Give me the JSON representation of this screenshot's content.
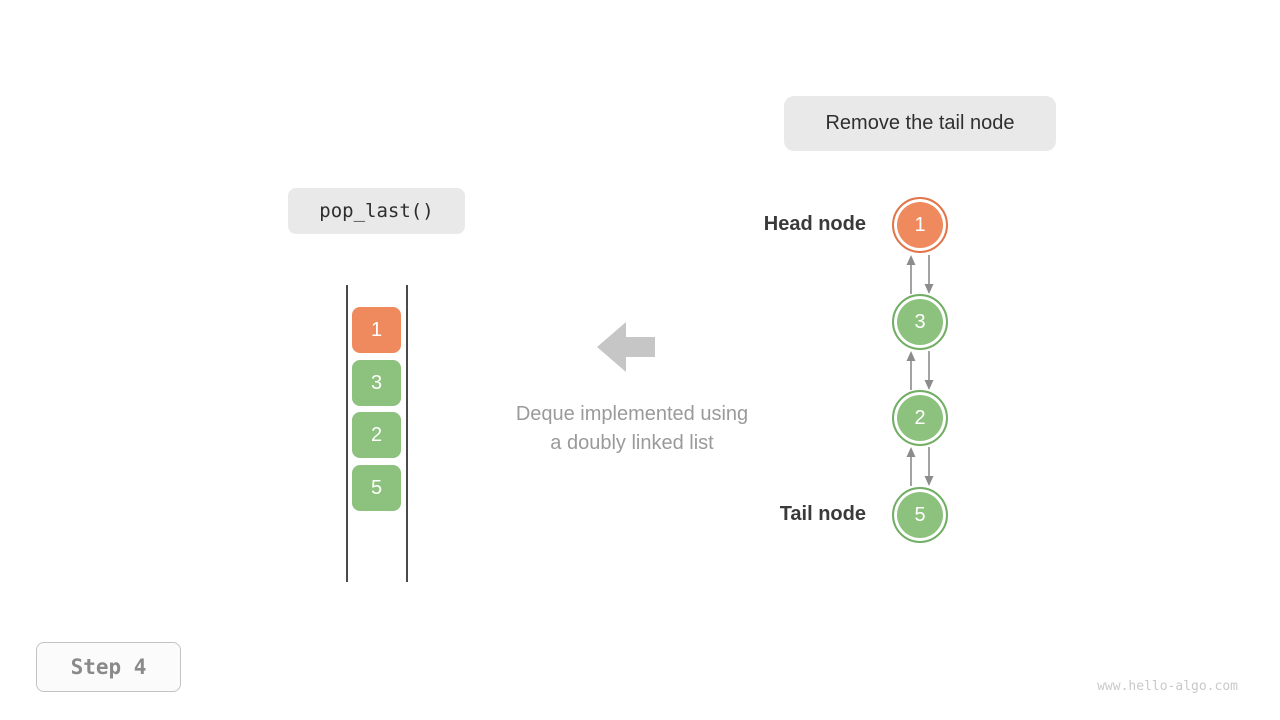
{
  "callout": {
    "label": "Remove the tail node"
  },
  "operation": {
    "label": "pop_last()"
  },
  "array_view": {
    "items": [
      {
        "value": "1",
        "type": "orange"
      },
      {
        "value": "3",
        "type": "green"
      },
      {
        "value": "2",
        "type": "green"
      },
      {
        "value": "5",
        "type": "green"
      }
    ]
  },
  "caption": {
    "line1": "Deque implemented using",
    "line2": "a doubly linked list"
  },
  "linked_list": {
    "head_label": "Head node",
    "tail_label": "Tail node",
    "nodes": [
      {
        "value": "1",
        "type": "orange"
      },
      {
        "value": "3",
        "type": "green"
      },
      {
        "value": "2",
        "type": "green"
      },
      {
        "value": "5",
        "type": "green"
      }
    ]
  },
  "step": {
    "label": "Step 4"
  },
  "footer": {
    "site": "www.hello-algo.com"
  },
  "colors": {
    "orange": "#ef8a5e",
    "orange_ring": "#e0764a",
    "green": "#8cc17e",
    "green_ring": "#72ae65",
    "big_arrow": "#c6c6c6",
    "connector": "#8c8c8c",
    "callout_bg": "#e9e9e9"
  }
}
